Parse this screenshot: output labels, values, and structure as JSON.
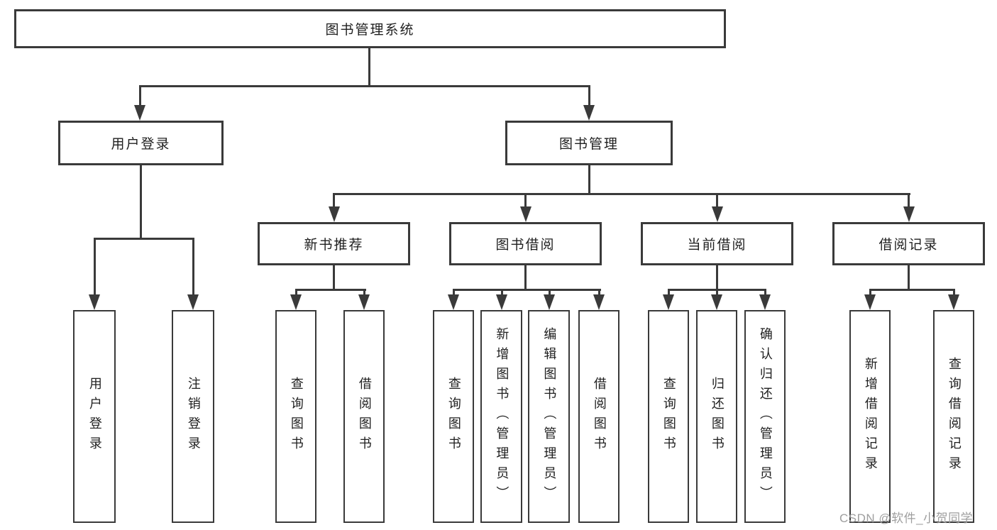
{
  "diagram": {
    "root": {
      "label": "图书管理系统"
    },
    "level1": [
      {
        "label": "用户登录"
      },
      {
        "label": "图书管理"
      }
    ],
    "level2": [
      {
        "label": "新书推荐"
      },
      {
        "label": "图书借阅"
      },
      {
        "label": "当前借阅"
      },
      {
        "label": "借阅记录"
      }
    ],
    "leaves": {
      "user_login": [
        "用户登录",
        "注销登录"
      ],
      "new_book": [
        "查询图书",
        "借阅图书"
      ],
      "book_borrow": [
        "查询图书",
        "新增图书（管理员）",
        "编辑图书（管理员）",
        "借阅图书"
      ],
      "current_borrow": [
        "查询图书",
        "归还图书",
        "确认归还（管理员）"
      ],
      "borrow_record": [
        "新增借阅记录",
        "查询借阅记录"
      ]
    }
  },
  "watermark": "CSDN @软件_小贺同学",
  "colors": {
    "line": "#3a3a3a",
    "text": "#1f1f1f",
    "watermark": "#9e9e9e",
    "background": "#ffffff"
  }
}
